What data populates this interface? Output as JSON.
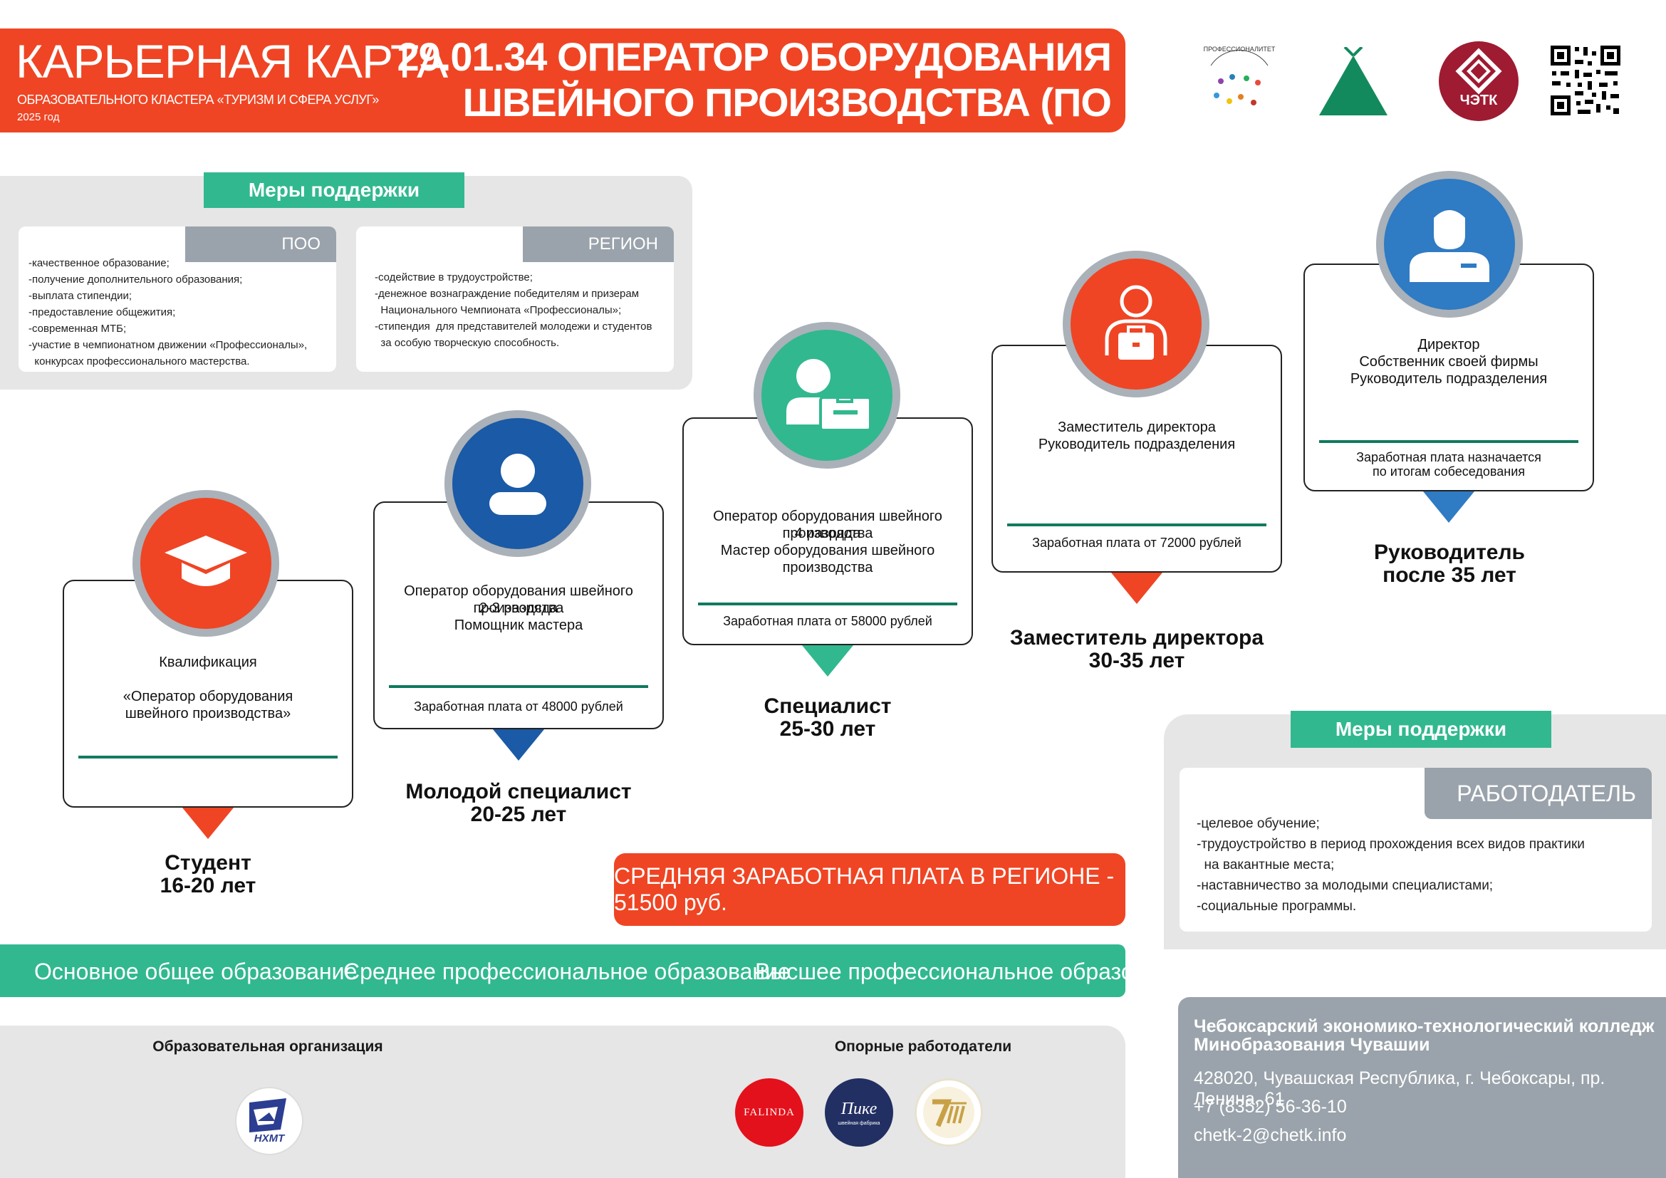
{
  "header": {
    "title": "КАРЬЕРНАЯ КАРТА",
    "subtitle": "ОБРАЗОВАТЕЛЬНОГО КЛАСТЕРА «ТУРИЗМ И СФЕРА УСЛУГ»",
    "year": "2025 год",
    "profession_line1": "29.01.34 ОПЕРАТОР ОБОРУДОВАНИЯ",
    "profession_line2": "ШВЕЙНОГО ПРОИЗВОДСТВА (ПО ВИДАМ)",
    "logo_chetk_text": "ЧЭТК",
    "logo_prof_text": "ПРОФЕССИОНАЛИТЕТ"
  },
  "support_top": {
    "title": "Меры поддержки",
    "poo": {
      "label": "ПОО",
      "items": "-качественное образование;\n-получение дополнительного образования;\n-выплата стипендии;\n-предоставление общежития;\n-современная МТБ;\n-участие в чемпионатном движении «Профессионалы»,\n  конкурсах профессионального мастерства."
    },
    "region": {
      "label": "РЕГИОН",
      "items": "-содействие в трудоустройстве;\n-денежное вознаграждение победителям и призерам\n  Национального Чемпионата «Профессионалы»;\n-стипендия  для представителей молодежи и студентов\n  за особую творческую способность."
    }
  },
  "career": {
    "student": {
      "line1": "Квалификация",
      "line2": "«Оператор оборудования",
      "line3": "швейного производства»",
      "stage": "Студент",
      "age": "16-20 лет",
      "icon": "graduation-cap-icon"
    },
    "young": {
      "line1": "Оператор оборудования швейного производства",
      "line2": "2-3 разряда",
      "line3": "Помощник мастера",
      "salary": "Заработная плата от 48000 рублей",
      "stage": "Молодой специалист",
      "age": "20-25 лет",
      "icon": "user-icon"
    },
    "specialist": {
      "line1": "Оператор оборудования швейного производства",
      "line2": "4 разряда",
      "line3": "Мастер оборудования швейного производства",
      "salary": "Заработная плата от 58000 рублей",
      "stage": "Специалист",
      "age": "25-30 лет",
      "icon": "user-badge-icon"
    },
    "deputy": {
      "line1": "Заместитель директора",
      "line2": "Руководитель подразделения",
      "salary": "Заработная плата от 72000 рублей",
      "stage": "Заместитель директора",
      "age": "30-35 лет",
      "icon": "briefcase-person-icon"
    },
    "director": {
      "line1": "Директор",
      "line2": "Собственник своей фирмы",
      "line3": "Руководитель подразделения",
      "salary_line1": "Заработная плата назначается",
      "salary_line2": "по итогам собеседования",
      "stage": "Руководитель",
      "age": "после 35 лет",
      "icon": "manager-icon"
    }
  },
  "avg_salary": "СРЕДНЯЯ ЗАРАБОТНАЯ ПЛАТА В РЕГИОНЕ - 51500 руб.",
  "education": {
    "basic": "Основное общее образование",
    "secondary": "Среднее профессиональное образование",
    "higher": "Высшее профессиональное  образование"
  },
  "orgs": {
    "edu_title": "Образовательная организация",
    "edu_logo": "НХМТ",
    "employers_title": "Опорные работодатели",
    "employer1": "FALINDA",
    "employer2": "Пике",
    "employer2_sub": "швейная фабрика"
  },
  "support_right": {
    "title": "Меры поддержки",
    "label": "РАБОТОДАТЕЛЬ",
    "items": "-целевое обучение;\n-трудоустройство в период прохождения всех видов практики\n  на вакантные места;\n-наставничество за молодыми специалистами;\n-социальные программы."
  },
  "contacts": {
    "name_line1": "Чебоксарский экономико-технологический колледж",
    "name_line2": "Минобразования Чувашии",
    "address": "428020, Чувашская Республика, г. Чебоксары, пр. Ленина, 61",
    "phone": "+7 (8352) 56-36-10",
    "email": "chetk-2@chetk.info"
  },
  "colors": {
    "red": "#ef4524",
    "green": "#31b88f",
    "dark_green": "#117a5e",
    "blue": "#1a5aa6",
    "gray": "#9aa3ab",
    "light_gray": "#e6e6e6"
  }
}
